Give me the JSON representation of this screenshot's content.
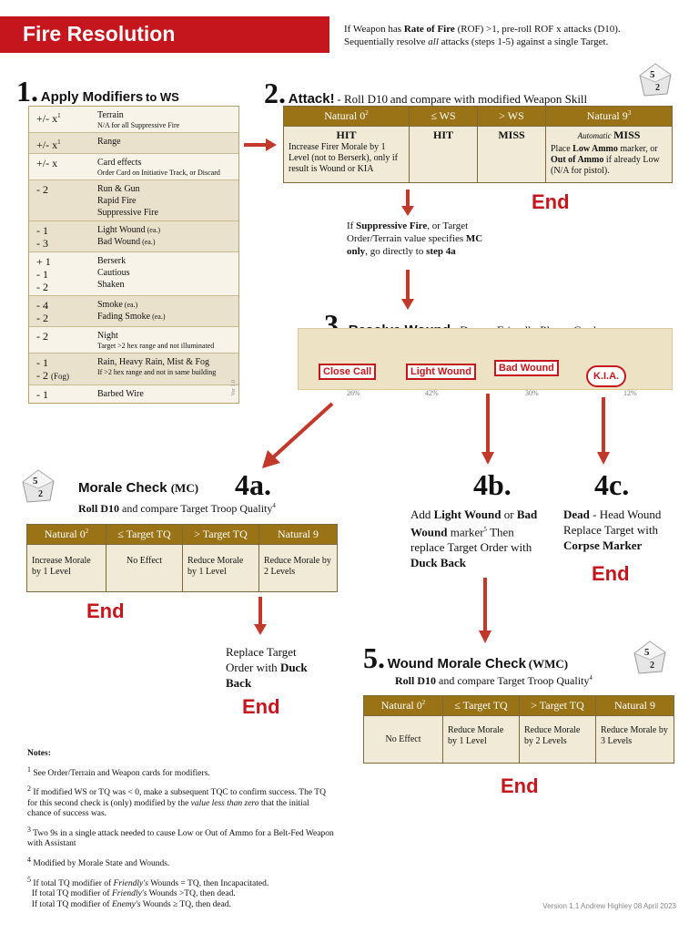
{
  "banner": {
    "title": "Fire Resolution"
  },
  "intro": {
    "p1": "If Weapon has",
    "rof": "Rate of Fire",
    "p2": "(ROF) >1, pre-roll ROF x attacks (D10).",
    "p3": "Sequentially resolve",
    "all": "all",
    "p4": "attacks (steps 1-5) against a single Target."
  },
  "s1": {
    "num": "1.",
    "title": "Apply Modifiers",
    "sub": "to WS",
    "rows": [
      {
        "v": "+/- x",
        "sup": "1",
        "lines": [
          "Terrain"
        ],
        "small": [
          "N/A for all Suppressive Fire"
        ]
      },
      {
        "v": "+/- x",
        "sup": "1",
        "lines": [
          "Range"
        ],
        "small": []
      },
      {
        "v": "+/- x",
        "sup": "",
        "lines": [
          "Card effects"
        ],
        "small": [
          "Order Card on Initiative Track, or Discard"
        ]
      },
      {
        "v": "- 2",
        "sup": "",
        "lines": [
          "Run & Gun",
          "Rapid Fire",
          "Suppressive Fire"
        ],
        "small": []
      },
      {
        "v": "- 1\n- 3",
        "sup": "",
        "lines": [
          "Light Wound (ea.)",
          "Bad Wound (ea.)"
        ],
        "small": []
      },
      {
        "v": "+ 1\n- 1\n- 2",
        "sup": "",
        "lines": [
          "Berserk",
          "Cautious",
          "Shaken"
        ],
        "small": []
      },
      {
        "v": "- 4\n- 2",
        "sup": "",
        "lines": [
          "Smoke (ea.)",
          "Fading Smoke (ea.)"
        ],
        "small": []
      },
      {
        "v": "- 2",
        "sup": "",
        "lines": [
          "Night"
        ],
        "small": [
          "Target >2 hex range and not illuminated"
        ]
      },
      {
        "v": "- 1\n- 2 (Fog)",
        "sup": "",
        "lines": [
          "Rain, Heavy Rain, Mist & Fog"
        ],
        "small": [
          "If >2 hex range and not in same building"
        ]
      },
      {
        "v": "- 1",
        "sup": "",
        "lines": [
          "Barbed Wire"
        ],
        "small": []
      }
    ],
    "ver": "Ver 1.0"
  },
  "s2": {
    "num": "2.",
    "title": "Attack!",
    "sub": "- Roll D10",
    "sub2": "and compare with modified Weapon Skill",
    "headers": [
      "Natural 0",
      "≤ WS",
      "> WS",
      "Natural 9"
    ],
    "hsup": [
      "2",
      "",
      "",
      "3"
    ],
    "c1t": "HIT",
    "c1b": "Increase Firer Morale by 1 Level (not to Berserk), only if result is Wound or KIA",
    "c2t": "HIT",
    "c3t": "MISS",
    "c4auto": "Automatic",
    "c4t": "MISS",
    "c4b1": "Place",
    "c4b2": "Low Ammo",
    "c4b3": "marker, or",
    "c4b4": "Out of Ammo",
    "c4b5": "if already Low (N/A for pistol).",
    "end": "End"
  },
  "sup": {
    "a": "If",
    "b": "Suppressive Fire",
    "c": ", or Target Order/Terrain value specifies",
    "d": "MC only",
    "e": ", go directly to",
    "f": "step 4a"
  },
  "s3": {
    "num": "3.",
    "title": "Resolve Wound",
    "sub": "- Draw",
    "sub2": "a Friendly Player Card",
    "cards": [
      "Close Call",
      "Light Wound",
      "Bad Wound",
      "K.I.A."
    ],
    "pcts": [
      "26%",
      "42%",
      "30%",
      "12%"
    ]
  },
  "s4a": {
    "num": "4a.",
    "title": "Morale Check",
    "sub": "(MC)",
    "roll": "Roll D10",
    "cmp": "and compare Target Troop Quality",
    "csup": "4",
    "headers": [
      "Natural 0",
      "≤ Target TQ",
      "> Target TQ",
      "Natural 9"
    ],
    "hsup": [
      "2",
      "",
      "",
      ""
    ],
    "cells": [
      "Increase Morale by 1 Level",
      "No Effect",
      "Reduce Morale by 1 Level",
      "Reduce Morale by 2 Levels"
    ],
    "end": "End",
    "replace": "Replace Target Order with",
    "duck": "Duck Back",
    "end2": "End"
  },
  "s4b": {
    "num": "4b.",
    "t1": "Add",
    "lw": "Light Wound",
    "or": "or",
    "bw": "Bad Wound",
    "mk": "marker",
    "msup": "5",
    "t2": "Then replace Target Order with",
    "duck": "Duck Back"
  },
  "s4c": {
    "num": "4c.",
    "dead": "Dead",
    "t1": "- Head Wound Replace Target with",
    "corpse": "Corpse Marker",
    "end": "End"
  },
  "s5": {
    "num": "5.",
    "title": "Wound Morale Check",
    "sub": "(WMC)",
    "roll": "Roll D10",
    "cmp": "and compare Target Troop Quality",
    "csup": "4",
    "headers": [
      "Natural 0",
      "≤ Target TQ",
      "> Target TQ",
      "Natural 9"
    ],
    "hsup": [
      "2",
      "",
      "",
      ""
    ],
    "cells": [
      "No Effect",
      "Reduce Morale by 1 Level",
      "Reduce Morale by 2 Levels",
      "Reduce Morale by 3 Levels"
    ],
    "end": "End"
  },
  "notes": {
    "title": "Notes:",
    "n1": "See Order/Terrain and Weapon cards for modifiers.",
    "n2a": "If modified WS or TQ was < 0, make a subsequent TQC to confirm success. The TQ for this second check is (only) modified by the",
    "n2b": "value less than zero",
    "n2c": "that the initial chance of success was.",
    "n3": "Two 9s in a single attack needed to cause Low or Out of Ammo for a Belt-Fed Weapon with Assistant",
    "n4": "Modified by Morale State and Wounds.",
    "n5a": "If total TQ modifier of",
    "fr": "Friendly's",
    "n5b": "Wounds = TQ, then Incapacitated.",
    "n5c": "Wounds >TQ, then dead.",
    "en": "Enemy's",
    "n5d": "Wounds ≥ TQ, then dead."
  },
  "footer": "Version 1.1    Andrew Highley    08 April 2023"
}
